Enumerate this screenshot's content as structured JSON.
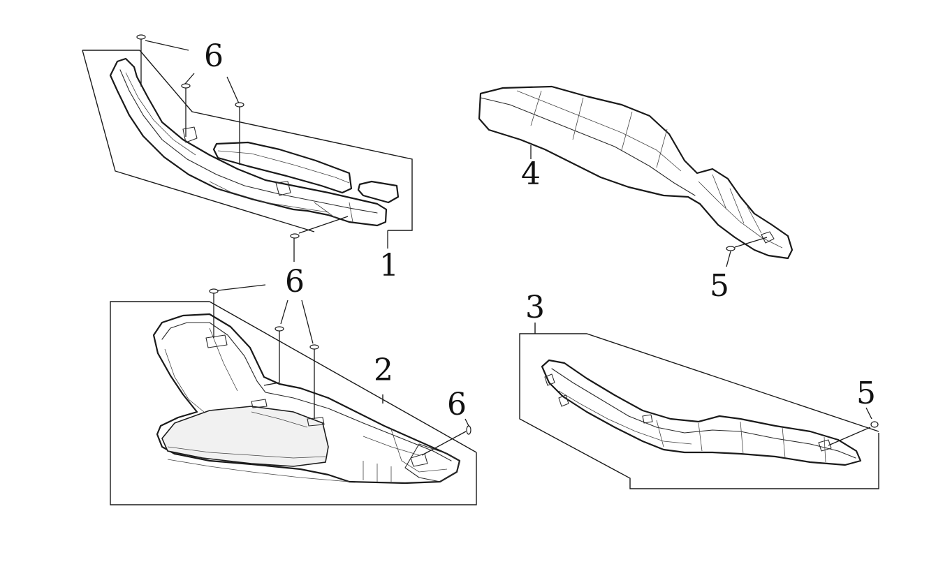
{
  "diagram": {
    "callouts": [
      {
        "id": "c1",
        "text": "1"
      },
      {
        "id": "c2",
        "text": "2"
      },
      {
        "id": "c3",
        "text": "3"
      },
      {
        "id": "c4",
        "text": "4"
      },
      {
        "id": "c5a",
        "text": "5"
      },
      {
        "id": "c5b",
        "text": "5"
      },
      {
        "id": "c6a",
        "text": "6"
      },
      {
        "id": "c6b",
        "text": "6"
      },
      {
        "id": "c6c",
        "text": "6"
      }
    ]
  }
}
